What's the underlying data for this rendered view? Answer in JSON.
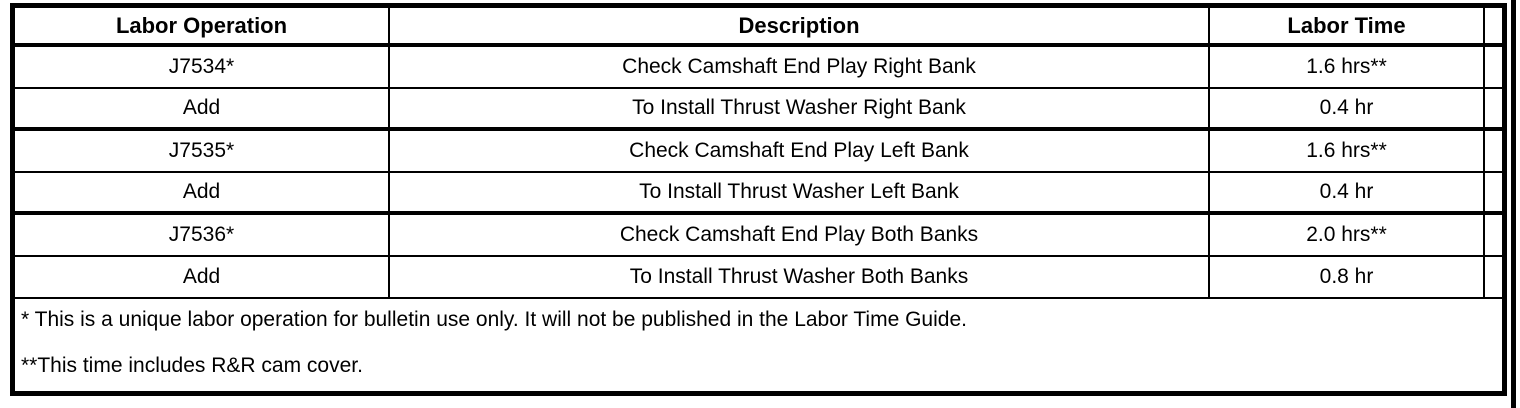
{
  "table": {
    "headers": {
      "labor_operation": "Labor Operation",
      "description": "Description",
      "labor_time": "Labor Time"
    },
    "rows": [
      {
        "op": "J7534*",
        "desc": "Check Camshaft End Play Right Bank",
        "time": "1.6 hrs**"
      },
      {
        "op": "Add",
        "desc": "To Install Thrust Washer Right Bank",
        "time": "0.4 hr"
      },
      {
        "op": "J7535*",
        "desc": "Check Camshaft End Play Left Bank",
        "time": "1.6 hrs**"
      },
      {
        "op": "Add",
        "desc": "To Install Thrust Washer Left Bank",
        "time": "0.4 hr"
      },
      {
        "op": "J7536*",
        "desc": "Check Camshaft End Play Both Banks",
        "time": "2.0 hrs**"
      },
      {
        "op": "Add",
        "desc": "To Install Thrust Washer Both Banks",
        "time": "0.8 hr"
      }
    ],
    "footnotes": [
      "* This is a unique labor operation for bulletin use only. It will not be published in the Labor Time Guide.",
      "**This time includes R&R cam cover."
    ]
  },
  "colors": {
    "border": "#000000",
    "background": "#ffffff",
    "text": "#000000"
  }
}
